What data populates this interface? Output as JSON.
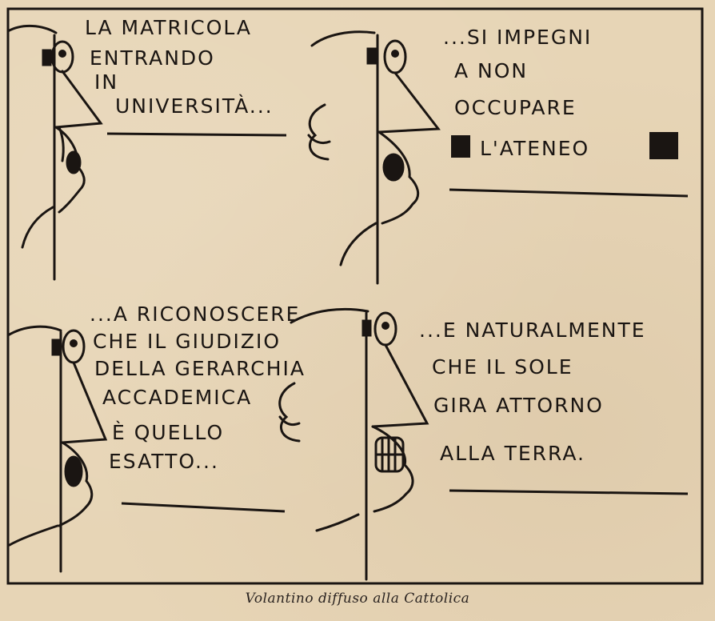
{
  "panels": [
    {
      "lines": [
        "LA MATRICOLA",
        "ENTRANDO",
        "IN",
        "UNIVERSITÀ..."
      ]
    },
    {
      "lines": [
        "...SI IMPEGNI",
        "A NON",
        "OCCUPARE",
        "L'ATENEO"
      ]
    },
    {
      "lines": [
        "...A RICONOSCERE",
        "CHE IL GIUDIZIO",
        "DELLA GERARCHIA",
        "ACCADEMICA",
        "È QUELLO",
        "ESATTO..."
      ]
    },
    {
      "lines": [
        "...E NATURALMENTE",
        "CHE IL SOLE",
        "GIRA ATTORNO",
        "ALLA TERRA."
      ]
    }
  ],
  "caption": "Volantino diffuso alla Cattolica",
  "colors": {
    "paper": "#e7d5b6",
    "ink": "#1a1512"
  }
}
